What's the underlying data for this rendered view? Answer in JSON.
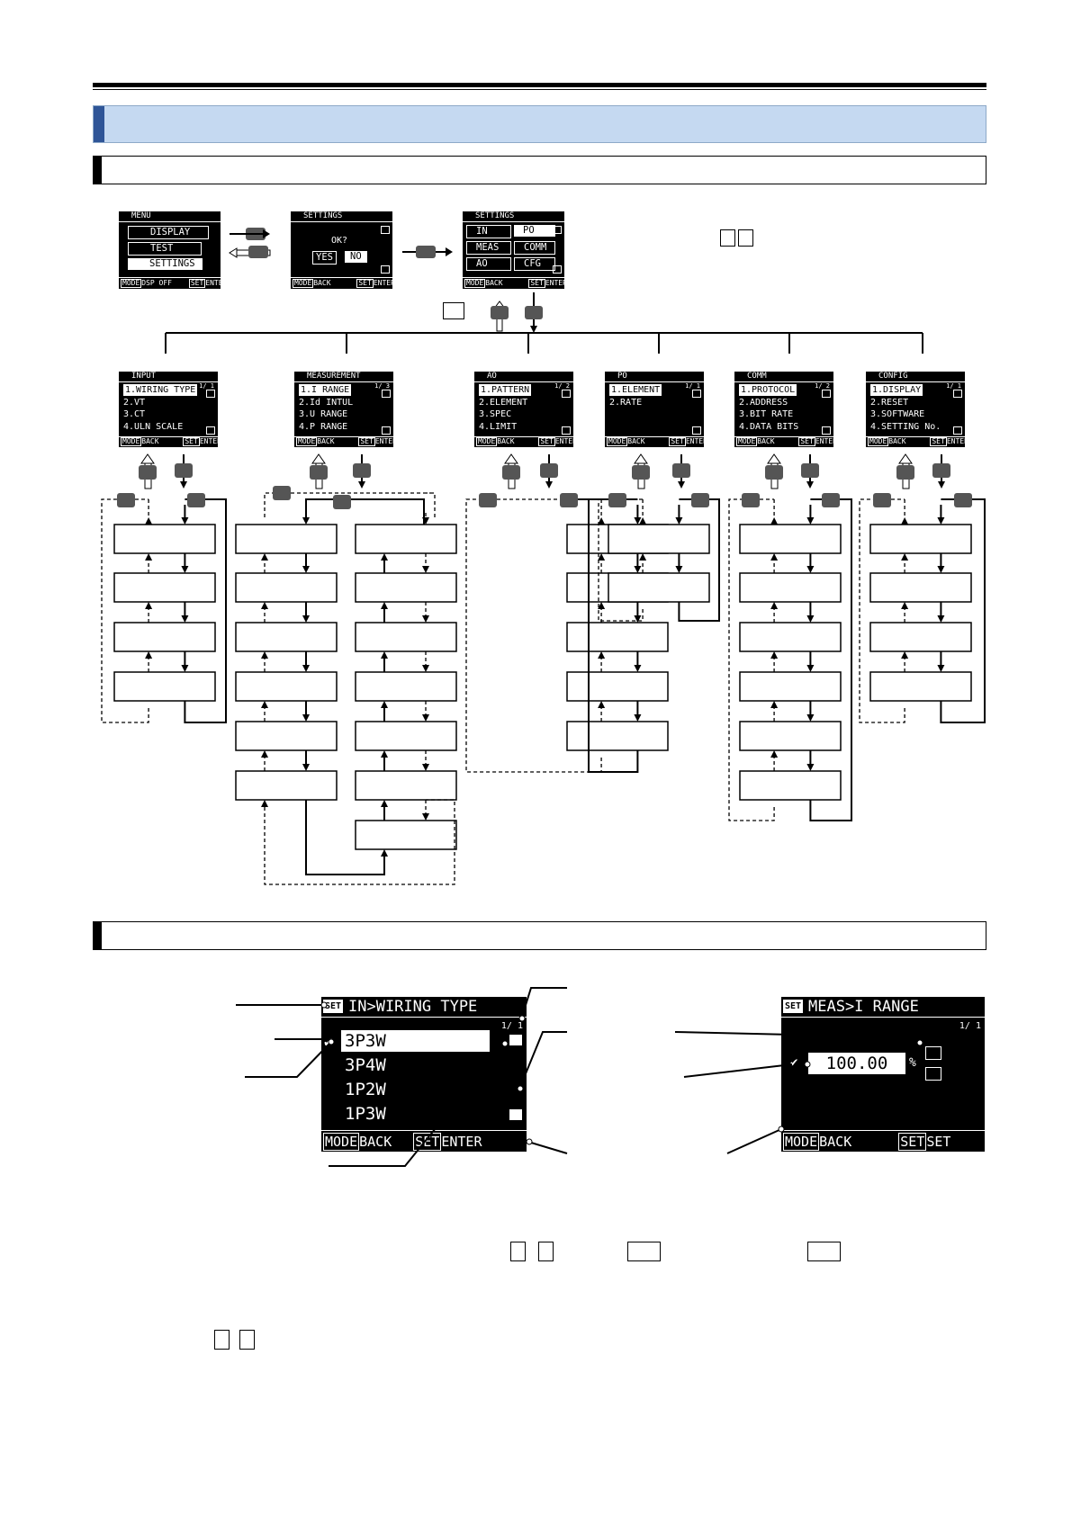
{
  "screens": {
    "menu": {
      "title": "MENU",
      "items": [
        "DISPLAY",
        "TEST",
        "SETTINGS"
      ],
      "footer_left": "DSP OFF",
      "footer_right": "ENTER",
      "key_mode": "MODE",
      "key_set": "SET"
    },
    "settings_confirm": {
      "title": "SETTINGS",
      "prompt": "OK?",
      "yes": "YES",
      "no": "NO",
      "footer_left": "BACK",
      "footer_right": "ENTER",
      "key_mode": "MODE",
      "key_set": "SET"
    },
    "settings_grid": {
      "title": "SETTINGS",
      "cells": [
        "IN",
        "PO",
        "MEAS",
        "COMM",
        "AO",
        "CFG"
      ],
      "footer_left": "BACK",
      "footer_right": "ENTER",
      "key_mode": "MODE",
      "key_set": "SET"
    },
    "input": {
      "title": "INPUT",
      "items": [
        "1.WIRING TYPE",
        "2.VT",
        "3.CT",
        "4.ULN SCALE"
      ],
      "page": "1/ 1",
      "footer_left": "BACK",
      "footer_right": "ENTER",
      "key_mode": "MODE",
      "key_set": "SET"
    },
    "measurement": {
      "title": "MEASUREMENT",
      "items": [
        "1.I RANGE",
        "2.Id INTUL",
        "3.U RANGE",
        "4.P RANGE"
      ],
      "page": "1/ 3",
      "footer_left": "BACK",
      "footer_right": "ENTER",
      "key_mode": "MODE",
      "key_set": "SET"
    },
    "ao": {
      "title": "AO",
      "items": [
        "1.PATTERN",
        "2.ELEMENT",
        "3.SPEC",
        "4.LIMIT"
      ],
      "page": "1/ 2",
      "footer_left": "BACK",
      "footer_right": "ENTER",
      "key_mode": "MODE",
      "key_set": "SET"
    },
    "po": {
      "title": "PO",
      "items": [
        "1.ELEMENT",
        "2.RATE"
      ],
      "page": "1/ 1",
      "footer_left": "BACK",
      "footer_right": "ENTER",
      "key_mode": "MODE",
      "key_set": "SET"
    },
    "comm": {
      "title": "COMM",
      "items": [
        "1.PROTOCOL",
        "2.ADDRESS",
        "3.BIT RATE",
        "4.DATA BITS"
      ],
      "page": "1/ 2",
      "footer_left": "BACK",
      "footer_right": "ENTER",
      "key_mode": "MODE",
      "key_set": "SET"
    },
    "config": {
      "title": "CONFIG",
      "items": [
        "1.DISPLAY",
        "2.RESET",
        "3.SOFTWARE",
        "4.SETTING No."
      ],
      "page": "1/ 1",
      "footer_left": "BACK",
      "footer_right": "ENTER",
      "key_mode": "MODE",
      "key_set": "SET"
    }
  },
  "examples": {
    "wiring": {
      "title": "IN>WIRING TYPE",
      "page": "1/ 1",
      "items": [
        "3P3W",
        "3P4W",
        "1P2W",
        "1P3W"
      ],
      "footer_left": "BACK",
      "footer_right": "ENTER",
      "key_mode": "MODE",
      "key_set": "SET",
      "set_badge": "SET"
    },
    "irange": {
      "title": "MEAS>I RANGE",
      "page": "1/ 1",
      "value": "100.00",
      "unit": "%",
      "footer_left": "BACK",
      "footer_right": "SET",
      "key_mode": "MODE",
      "key_set": "SET",
      "set_badge": "SET"
    }
  },
  "colors": {
    "band": "#c5d9f1",
    "accent": "#2f5597",
    "chip": "#555555"
  }
}
